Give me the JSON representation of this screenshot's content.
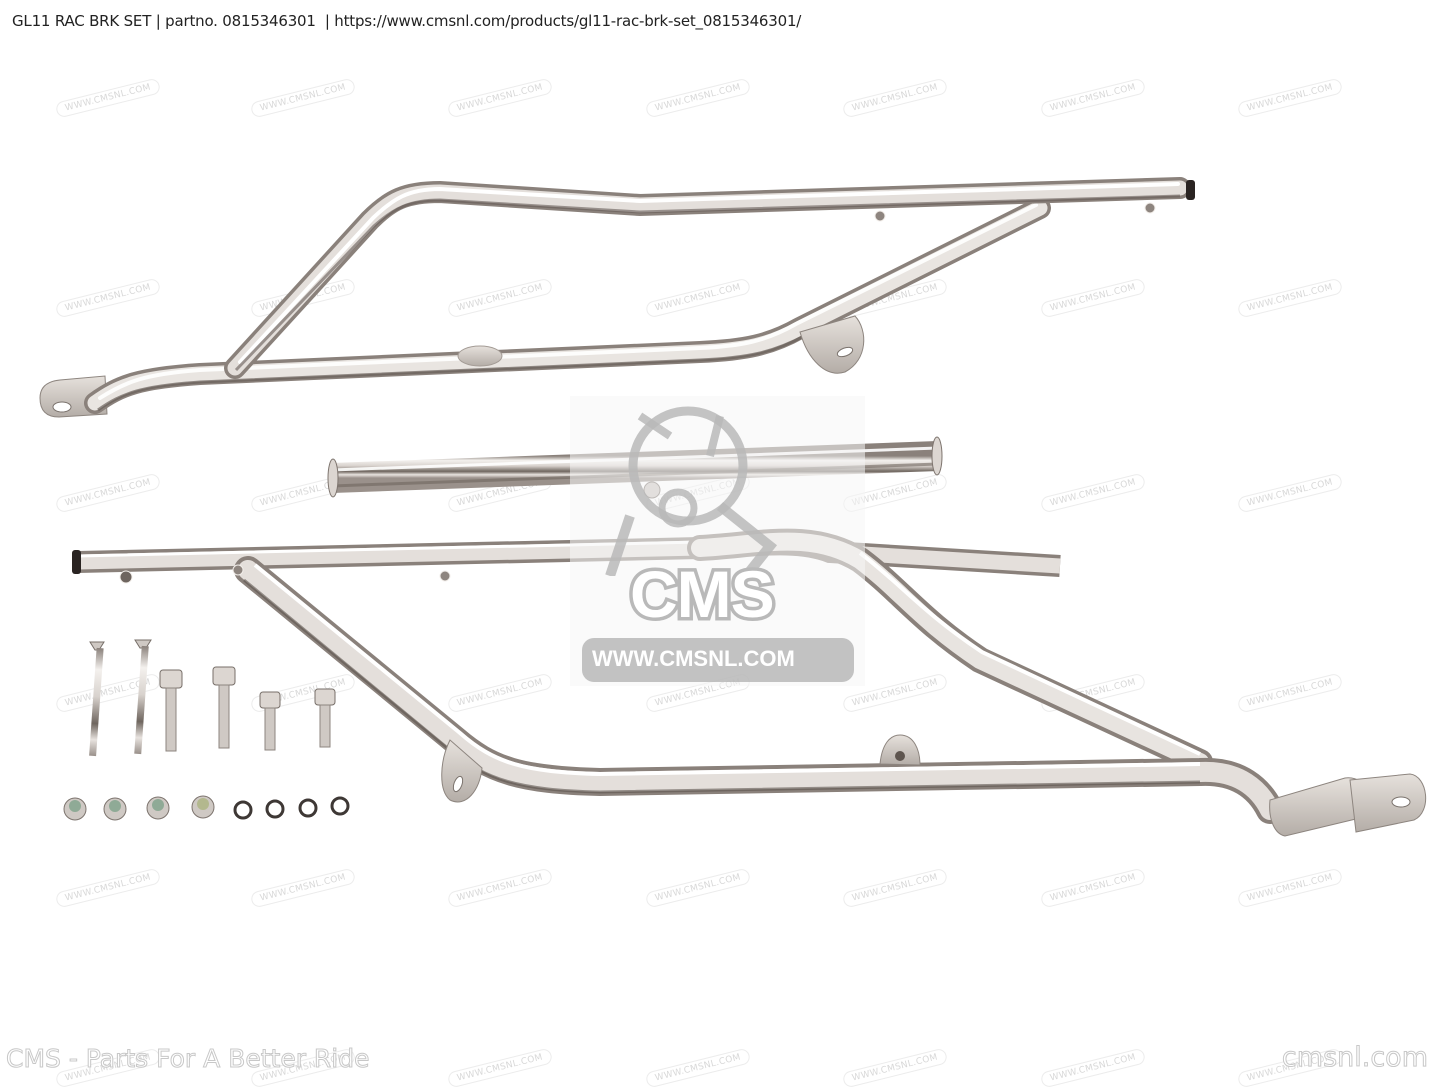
{
  "header": {
    "title": "GL11 RAC BRK SET",
    "separator": " | ",
    "partno_label": "partno. 0815346301",
    "separator2": "  | ",
    "url": "https://www.cmsnl.com/products/gl11-rac-brk-set_0815346301/"
  },
  "watermark": {
    "tile_text": "WWW.CMSNL.COM",
    "logo_brand": "CMS",
    "logo_url": "WWW.CMSNL.COM",
    "logo_icon": "mechanic-mascot-icon"
  },
  "footer": {
    "tagline": "CMS - Parts For A Better Ride",
    "domain": "cmsnl.com"
  },
  "product": {
    "name": "GL11 RAC BRK SET",
    "part_number": "0815346301",
    "components": [
      {
        "name": "upper-side-bracket",
        "count": 1
      },
      {
        "name": "cross-tube",
        "count": 1
      },
      {
        "name": "lower-side-bracket",
        "count": 1
      },
      {
        "name": "long-countersunk-bolt",
        "count": 2
      },
      {
        "name": "medium-flange-bolt",
        "count": 2
      },
      {
        "name": "short-flange-bolt",
        "count": 2
      },
      {
        "name": "nylon-lock-nut",
        "count": 4
      },
      {
        "name": "washer",
        "count": 4
      }
    ]
  },
  "colors": {
    "background": "#ffffff",
    "caption_text": "#222222",
    "chrome_light": "#f2efec",
    "chrome_mid": "#c9c3be",
    "chrome_dark": "#6e655f",
    "watermark_gray": "#b9b9b9"
  }
}
